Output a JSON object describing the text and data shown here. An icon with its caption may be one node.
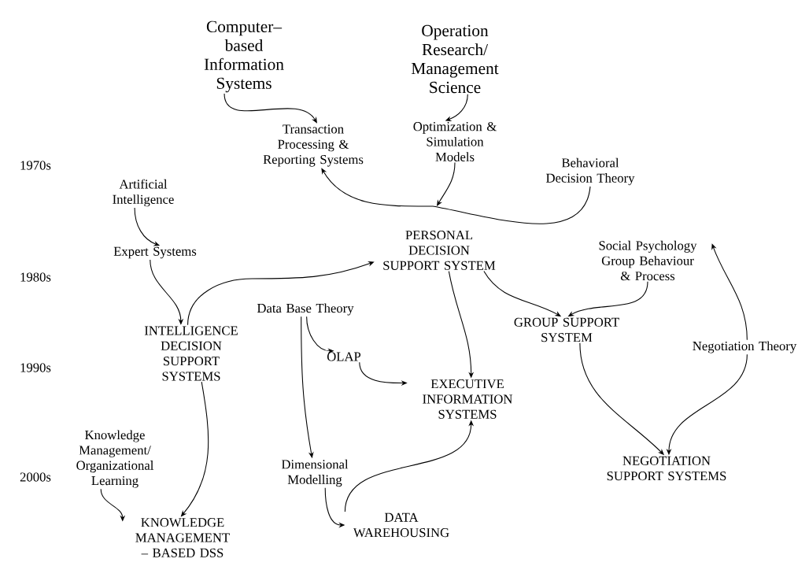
{
  "diagram": {
    "nodes": [
      {
        "text": [
          "Computer– based Information Systems"
        ]
      },
      {
        "text": [
          "Operation Research/ Management Science"
        ]
      },
      {
        "text": [
          "Transaction Processing & Reporting Systems"
        ]
      },
      {
        "text": [
          "Optimization & Simulation Models"
        ]
      },
      {
        "text": [
          "Behavioral Decision Theory"
        ]
      },
      {
        "text": [
          "Artificial Intelligence"
        ]
      },
      {
        "text": [
          "Expert Systems"
        ]
      },
      {
        "text": [
          "PERSONAL DECISION SUPPORT SYSTEM"
        ]
      },
      {
        "text": [
          "Social Psychology Group Behaviour & Process"
        ]
      },
      {
        "text": [
          "Data Base Theory"
        ]
      },
      {
        "text": [
          "INTELLIGENCE DECISION SUPPORT SYSTEMS"
        ]
      },
      {
        "text": [
          "GROUP SUPPORT SYSTEM"
        ]
      },
      {
        "text": [
          "OLAP"
        ]
      },
      {
        "text": [
          "Negotiation Theory"
        ]
      },
      {
        "text": [
          "EXECUTIVE INFORMATION SYSTEMS"
        ]
      },
      {
        "text": [
          "Knowledge Management/ Organizational Learning"
        ]
      },
      {
        "text": [
          "Dimensional Modelling"
        ]
      },
      {
        "text": [
          "NEGOTIATION SUPPORT SYSTEMS"
        ]
      },
      {
        "text": [
          "DATA WAREHOUSING"
        ]
      },
      {
        "text": [
          "KNOWLEDGE MANAGEMENT – BASED DSS"
        ]
      }
    ],
    "edges": [
      {
        "from": 0,
        "to": 2,
        "arrow": "to"
      },
      {
        "from": 1,
        "to": 3,
        "arrow": "to"
      },
      {
        "from": 4,
        "to": 2,
        "arrow": "to"
      },
      {
        "from": 3,
        "to": null,
        "arrow": "to"
      },
      {
        "from": 5,
        "to": 6,
        "arrow": "to"
      },
      {
        "from": 6,
        "to": 10,
        "arrow": "to"
      },
      {
        "from": 10,
        "to": 7,
        "arrow": "to"
      },
      {
        "from": 9,
        "to": 12,
        "arrow": "to"
      },
      {
        "from": 9,
        "to": 16,
        "arrow": "to"
      },
      {
        "from": 12,
        "to": 14,
        "arrow": "to"
      },
      {
        "from": 7,
        "to": 14,
        "arrow": "to"
      },
      {
        "from": 16,
        "to": 18,
        "arrow": "to"
      },
      {
        "from": 18,
        "to": 14,
        "arrow": "to"
      },
      {
        "from": 7,
        "to": 11,
        "arrow": "to"
      },
      {
        "from": 8,
        "to": 11,
        "arrow": "to"
      },
      {
        "from": 11,
        "to": 17,
        "arrow": "to"
      },
      {
        "from": 13,
        "to": 17,
        "arrow": "to"
      },
      {
        "from": 13,
        "to": 8,
        "arrow": "to"
      },
      {
        "from": 10,
        "to": 19,
        "arrow": "to"
      },
      {
        "from": 15,
        "to": 19,
        "arrow": "to"
      }
    ],
    "labels": [
      "1970s",
      "1980s",
      "1990s",
      "2000s"
    ]
  }
}
